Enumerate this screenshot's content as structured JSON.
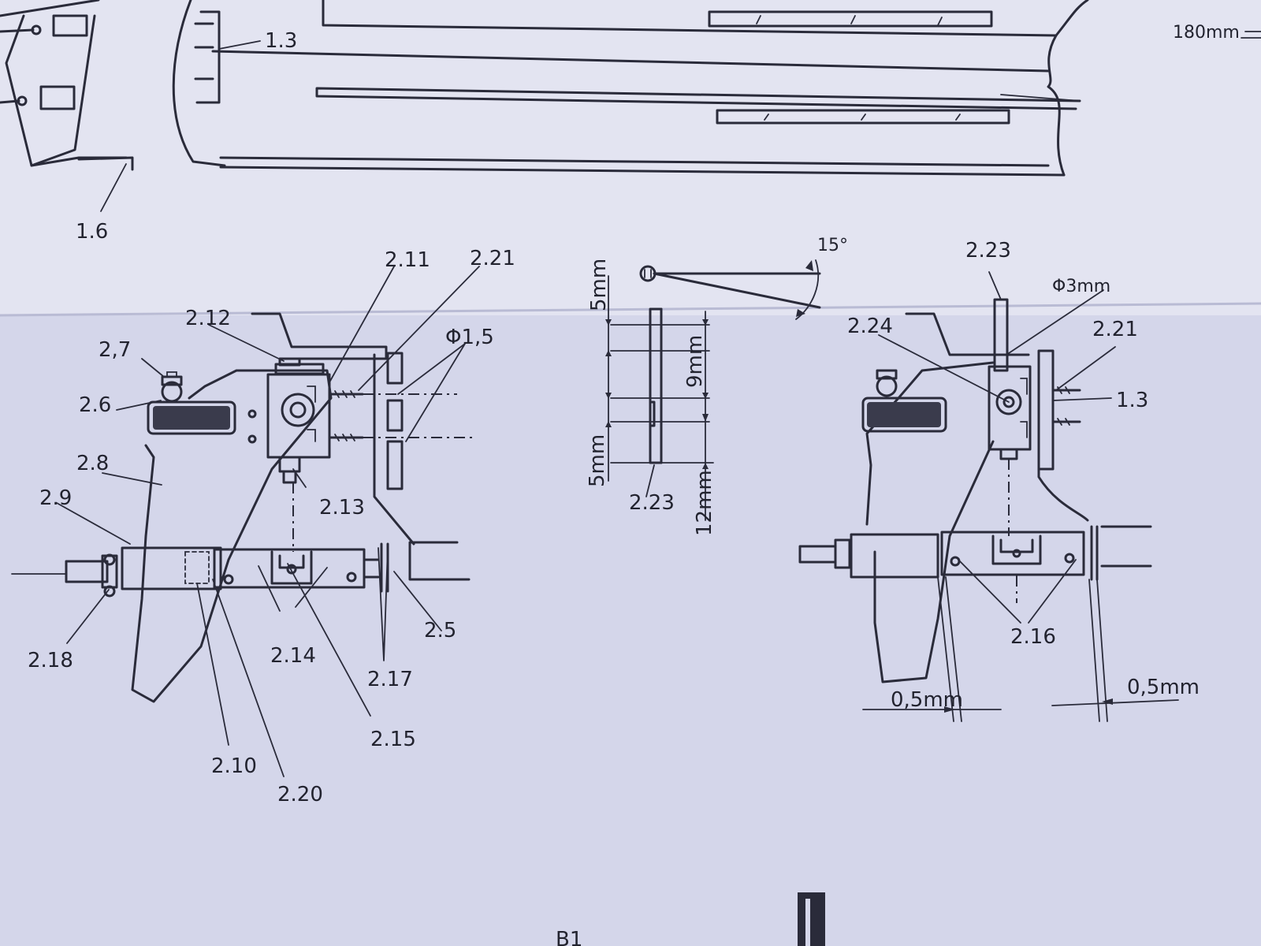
{
  "labels": {
    "top_1_3": "1.3",
    "dim_180": "180mm",
    "top_1_6": "1.6",
    "l_2_11": "2.11",
    "l_2_21": "2.21",
    "l_2_12": "2.12",
    "l_2_7": "2,7",
    "phi_1_5": "Φ1,5",
    "l_2_6": "2.6",
    "l_2_8": "2.8",
    "l_2_9": "2.9",
    "l_2_13": "2.13",
    "l_2_18": "2.18",
    "l_2_14": "2.14",
    "l_2_17": "2.17",
    "l_2_5": "2.5",
    "l_2_15": "2.15",
    "l_2_10": "2.10",
    "l_2_20": "2.20",
    "angle_15": "15°",
    "dim_5mm_top": "5mm",
    "dim_9mm": "9mm",
    "dim_5mm_bottom": "5mm",
    "mid_2_23": "2.23",
    "dim_12mm": "12mm",
    "r_2_23": "2.23",
    "phi_3mm": "Φ3mm",
    "r_2_24": "2.24",
    "r_2_21": "2.21",
    "r_1_3": "1.3",
    "r_2_16": "2.16",
    "dim_0_5_left": "0,5mm",
    "dim_0_5_right": "0,5mm",
    "page_mark": "B1"
  }
}
